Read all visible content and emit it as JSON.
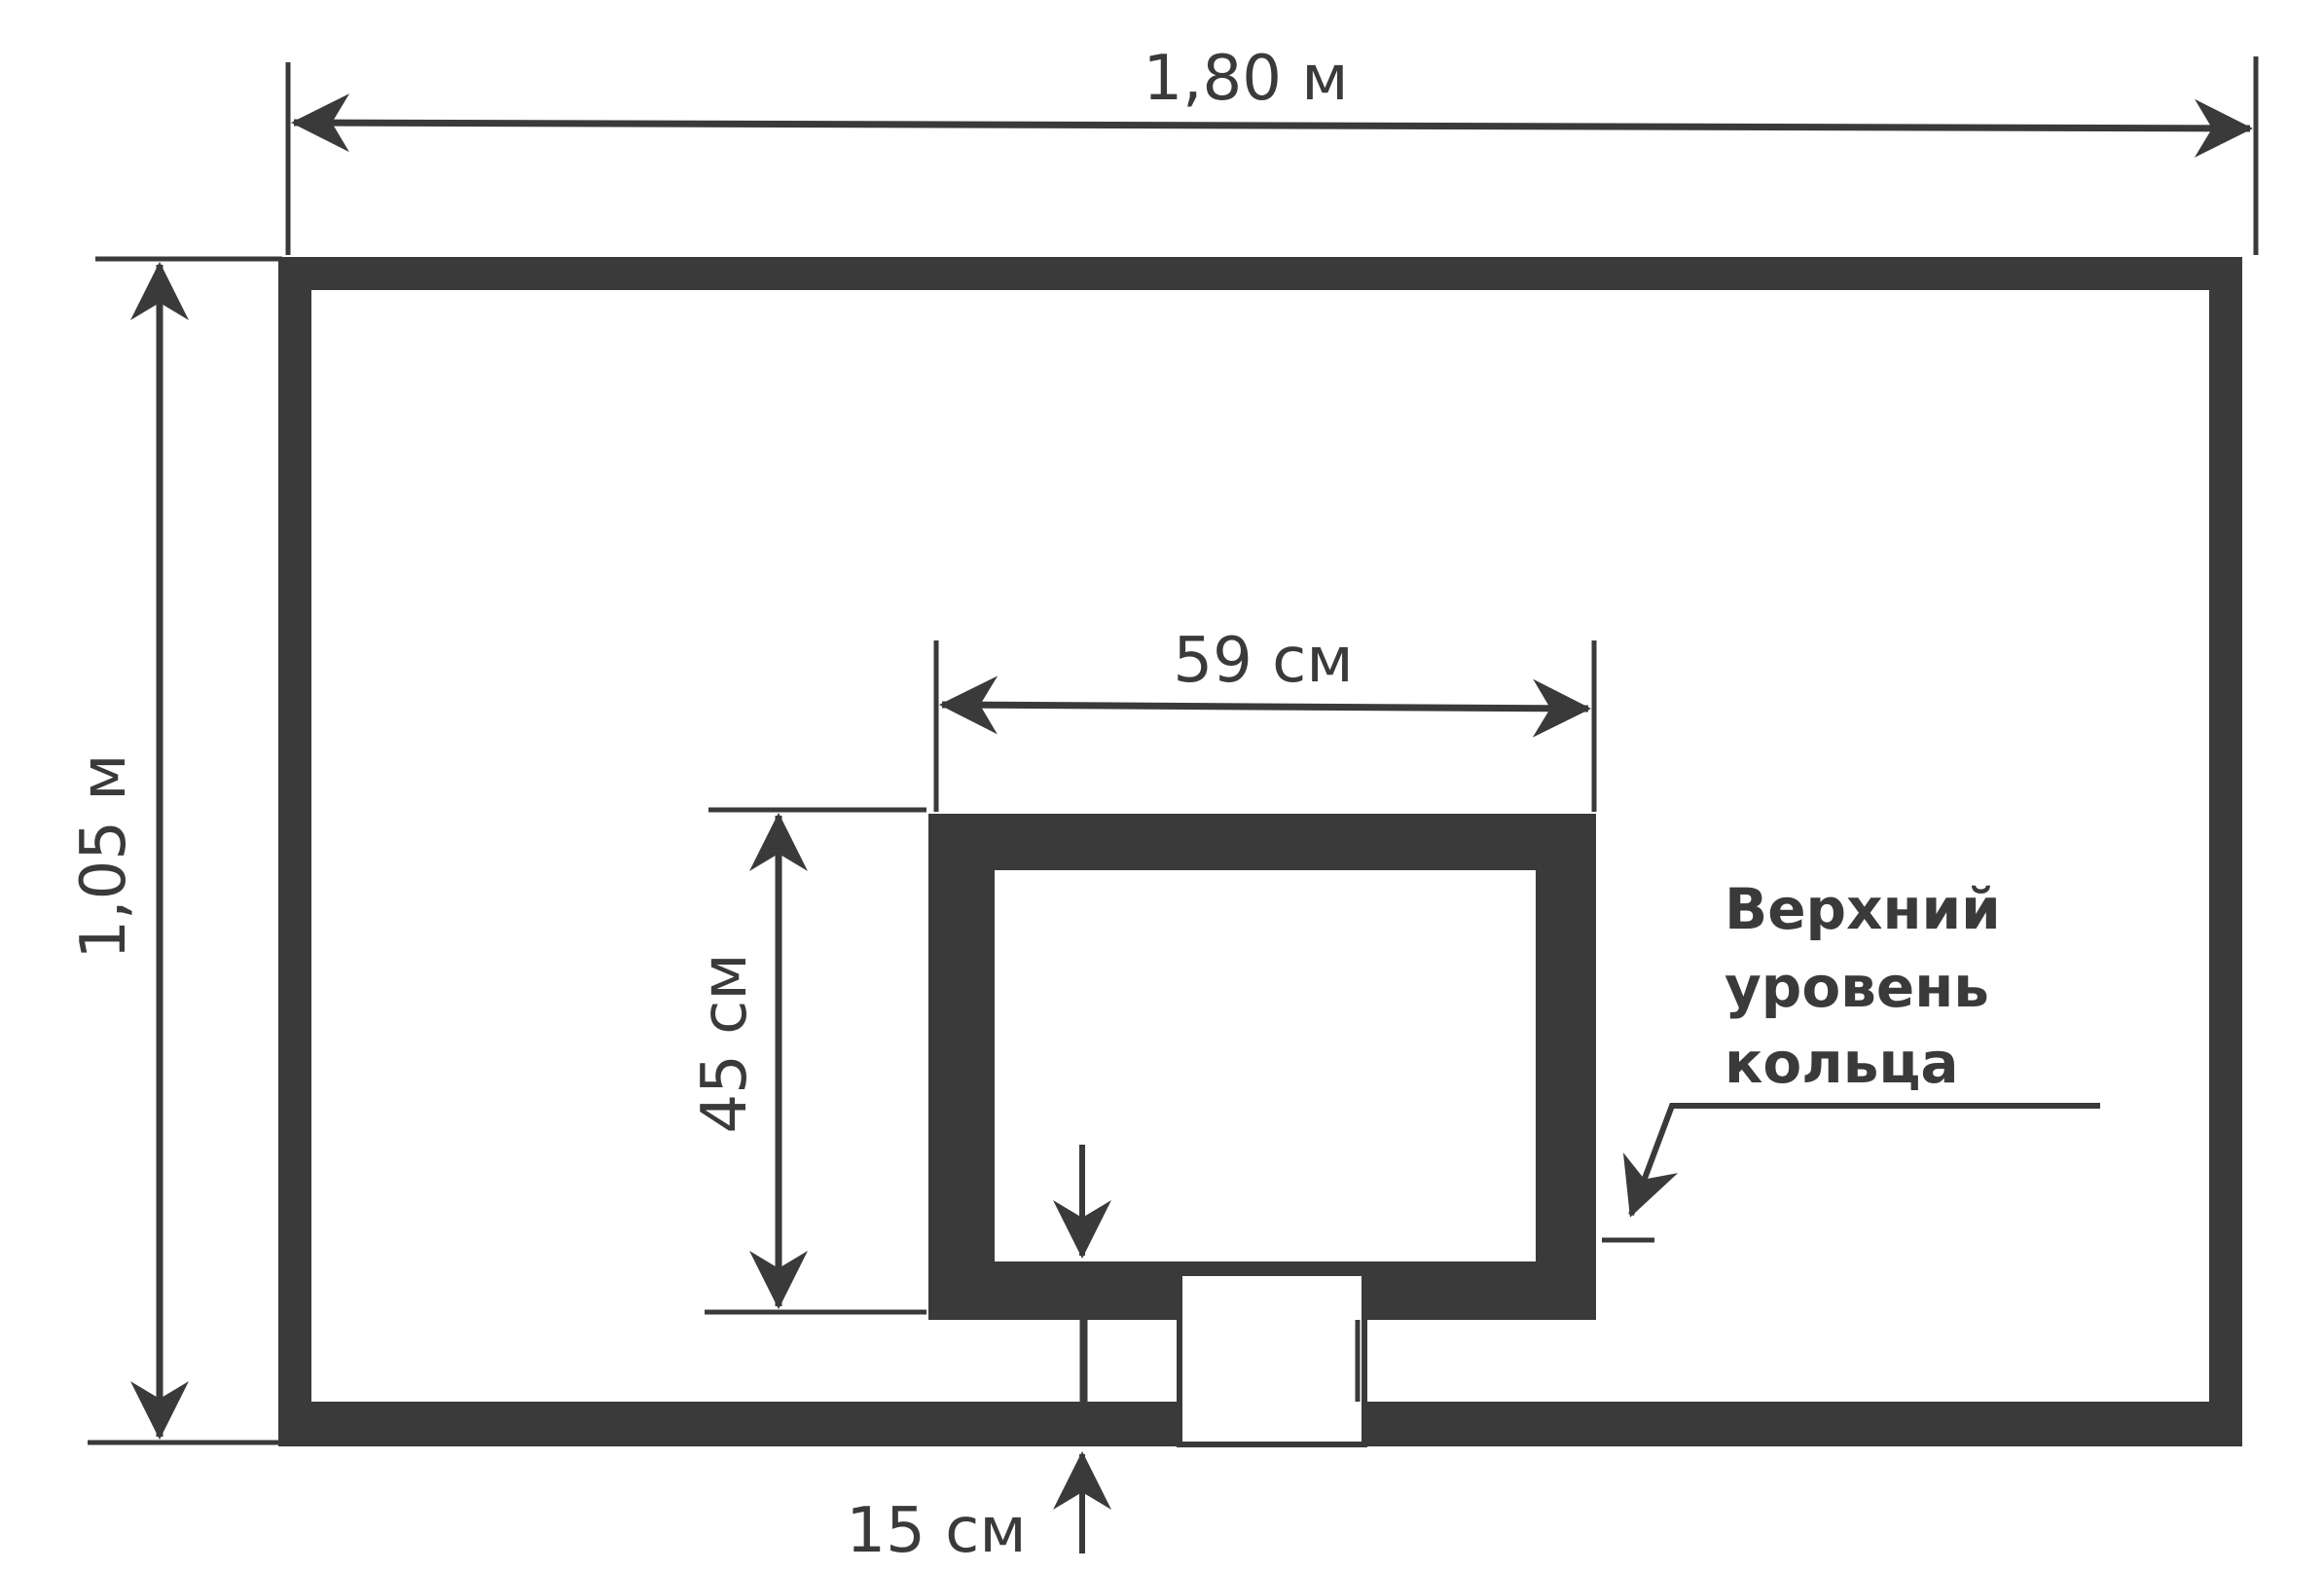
{
  "labels": {
    "board_width": "1,80 м",
    "board_height": "1,05 м",
    "square_width": "59 см",
    "square_height": "45 см",
    "bottom_gap": "15 см",
    "rim_note_line1": "Верхний",
    "rim_note_line2": "уровень",
    "rim_note_line3": "кольца"
  },
  "colors": {
    "ink": "#3a3a3a",
    "background": "#ffffff"
  }
}
